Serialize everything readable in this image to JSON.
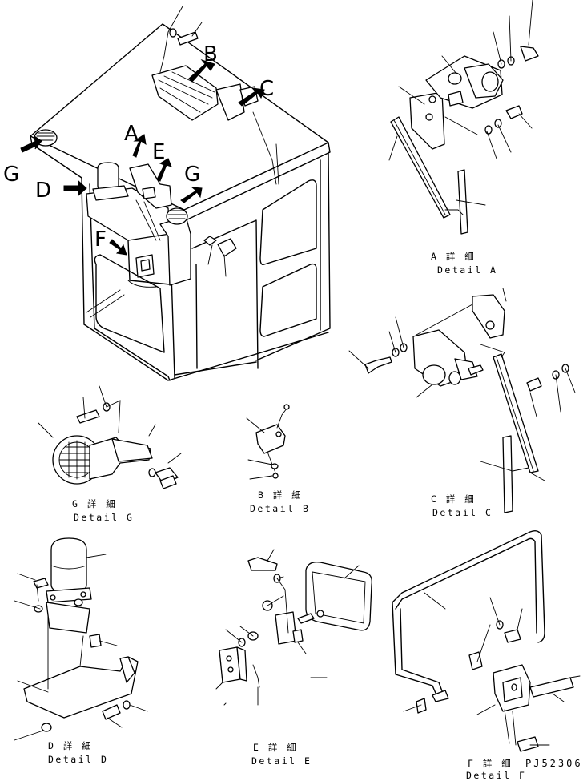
{
  "title": "",
  "callout_letters": {
    "A": "A",
    "B": "B",
    "C": "C",
    "D": "D",
    "E": "E",
    "F": "F",
    "G_left": "G",
    "G_right": "G"
  },
  "detail_captions": [
    {
      "id": "A",
      "jp": "A 詳 細",
      "en": "Detail A"
    },
    {
      "id": "B",
      "jp": "B 詳 細",
      "en": "Detail B"
    },
    {
      "id": "C",
      "jp": "C 詳 細",
      "en": "Detail C"
    },
    {
      "id": "D",
      "jp": "D 詳 細",
      "en": "Detail D"
    },
    {
      "id": "E",
      "jp": "E 詳 細",
      "en": "Detail E"
    },
    {
      "id": "F",
      "jp": "F 詳 細",
      "en": "Detail F"
    },
    {
      "id": "G",
      "jp": "G 詳 細",
      "en": "Detail G"
    }
  ],
  "drawing_code": "PJ52306"
}
